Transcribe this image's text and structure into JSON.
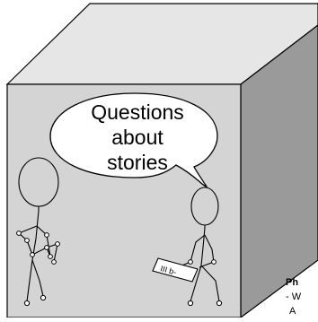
{
  "colors": {
    "front_face": "#d4d4d4",
    "top_face": "#e6e6e6",
    "side_face": "#9a9a9a",
    "stroke": "#000000",
    "bubble_fill": "#ffffff"
  },
  "speech_bubble": {
    "lines": [
      "Questions",
      "about",
      "stories"
    ]
  },
  "partial_note": {
    "title": "Ph",
    "line1": "- W",
    "line2": "A"
  },
  "book": {
    "scribble": "III b-"
  }
}
